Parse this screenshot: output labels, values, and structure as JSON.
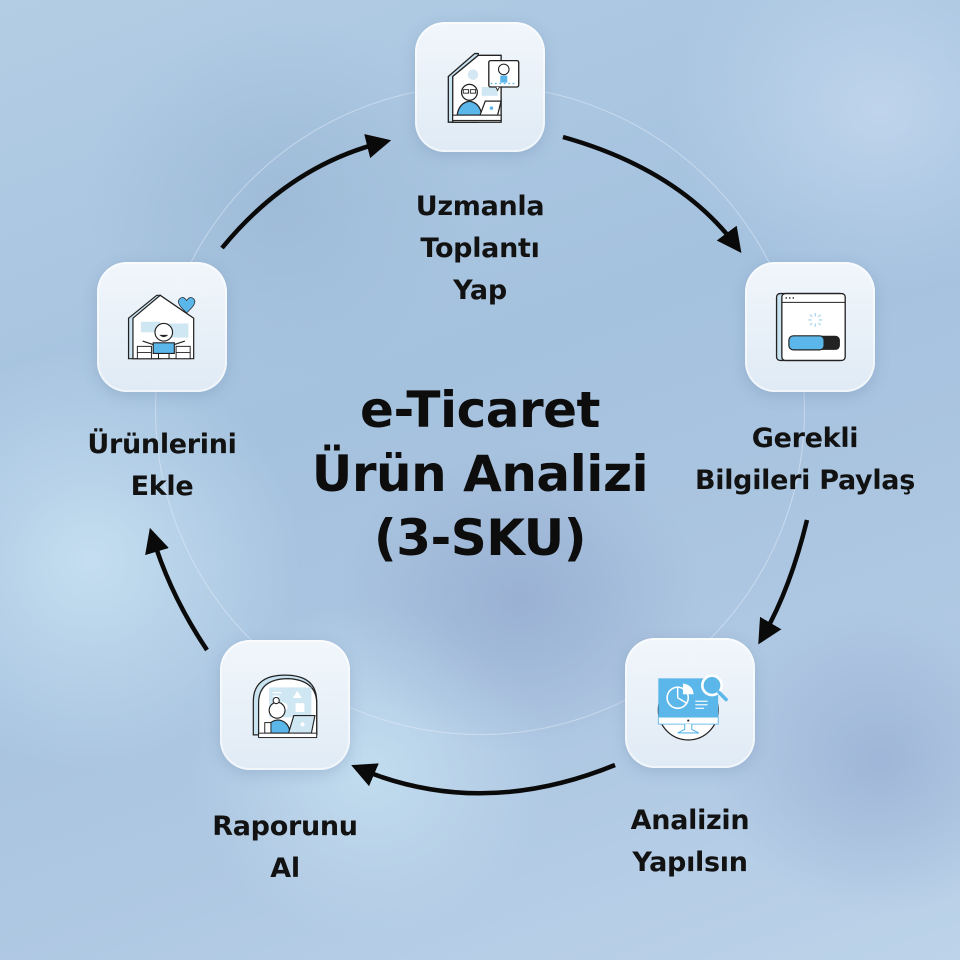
{
  "diagram": {
    "title_lines": [
      "e-Ticaret",
      "Ürün Analizi",
      "(3-SKU)"
    ],
    "layout": "circular-cycle",
    "arrow_direction": "clockwise",
    "colors": {
      "background": "#a9c5e0",
      "card_background": "#eaf1f8",
      "icon_accent": "#5bb6ea",
      "icon_outline": "#222222",
      "text": "#121212",
      "arrow": "#0a0a0a"
    },
    "steps": [
      {
        "order": 1,
        "icon": "video-meeting-icon",
        "label_lines": [
          "Uzmanla",
          "Toplantı",
          "Yap"
        ]
      },
      {
        "order": 2,
        "icon": "browser-progress-icon",
        "label_lines": [
          "Gerekli",
          "Bilgileri Paylaş"
        ]
      },
      {
        "order": 3,
        "icon": "monitor-chart-magnifier-icon",
        "label_lines": [
          "Analizin",
          "Yapılsın"
        ]
      },
      {
        "order": 4,
        "icon": "laptop-report-icon",
        "label_lines": [
          "Raporunu",
          "Al"
        ]
      },
      {
        "order": 5,
        "icon": "store-heart-icon",
        "label_lines": [
          "Ürünlerini",
          "Ekle"
        ]
      }
    ]
  }
}
